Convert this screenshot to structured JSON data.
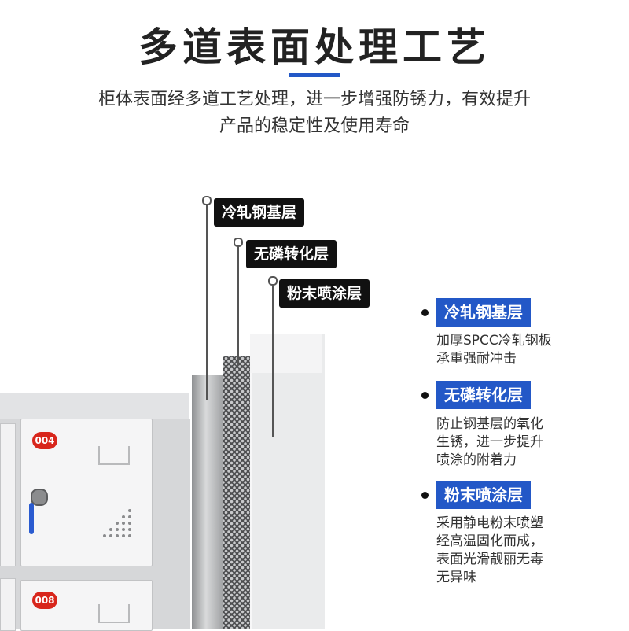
{
  "header": {
    "title": "多道表面处理工艺",
    "subtitle_line1": "柜体表面经多道工艺处理，进一步增强防锈力，有效提升",
    "subtitle_line2": "产品的稳定性及使用寿命"
  },
  "colors": {
    "accent": "#2358c7",
    "callout_bg": "#111111",
    "badge_red": "#d8261c"
  },
  "cabinet": {
    "doors": [
      {
        "number": "004"
      },
      {
        "number": "008"
      }
    ]
  },
  "callouts": [
    {
      "label": "冷轧钢基层"
    },
    {
      "label": "无磷转化层"
    },
    {
      "label": "粉末喷涂层"
    }
  ],
  "legend": [
    {
      "label": "冷轧钢基层",
      "lines": [
        "加厚SPCC冷轧钢板",
        "承重强耐冲击"
      ]
    },
    {
      "label": "无磷转化层",
      "lines": [
        "防止钢基层的氧化",
        "生锈，进一步提升",
        "喷涂的附着力"
      ]
    },
    {
      "label": "粉末喷涂层",
      "lines": [
        "采用静电粉末喷塑",
        "经高温固化而成，",
        "表面光滑靓丽无毒",
        "无异味"
      ]
    }
  ]
}
